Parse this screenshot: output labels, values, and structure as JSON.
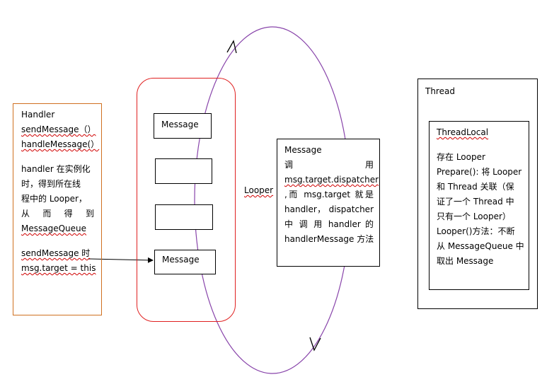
{
  "handler_box": {
    "title": "Handler",
    "method_send": "sendMessage（）",
    "method_handle": "handleMessage(）",
    "desc_line1": "handler 在实例化",
    "desc_line2": "时，得到所在线",
    "desc_line3": "程中的 Looper，",
    "desc_line4": "从 而 得 到",
    "desc_line5": "MessageQueue",
    "send_line1": "sendMessage 时",
    "send_line2": "msg.target = this"
  },
  "queue_box": {
    "slots": [
      "Message",
      "",
      "",
      "Message"
    ]
  },
  "looper_label": "Looper",
  "message_box": {
    "title": "Message",
    "line1": "调                  用",
    "line2": "msg.target.dispatcher",
    "line3": ",而 msg.target 就是",
    "line4": "handler， dispatcher",
    "line5": "中 调 用 handler 的",
    "line6": "handlerMessage 方法"
  },
  "thread_box": {
    "title": "Thread",
    "inner_title": "ThreadLocal",
    "line1": "存在 Looper",
    "line2": "Prepare(): 将 Looper",
    "line3": "和 Thread 关联（保",
    "line4": "证了一个 Thread 中",
    "line5": "只有一个 Looper）",
    "line6": "Looper()方法：不断",
    "line7": "从 MessageQueue 中",
    "line8": "取出 Message"
  },
  "colors": {
    "handler_border": "#d07020",
    "queue_border": "#e02020",
    "ellipse": "#8844aa",
    "box_border": "#000000"
  }
}
